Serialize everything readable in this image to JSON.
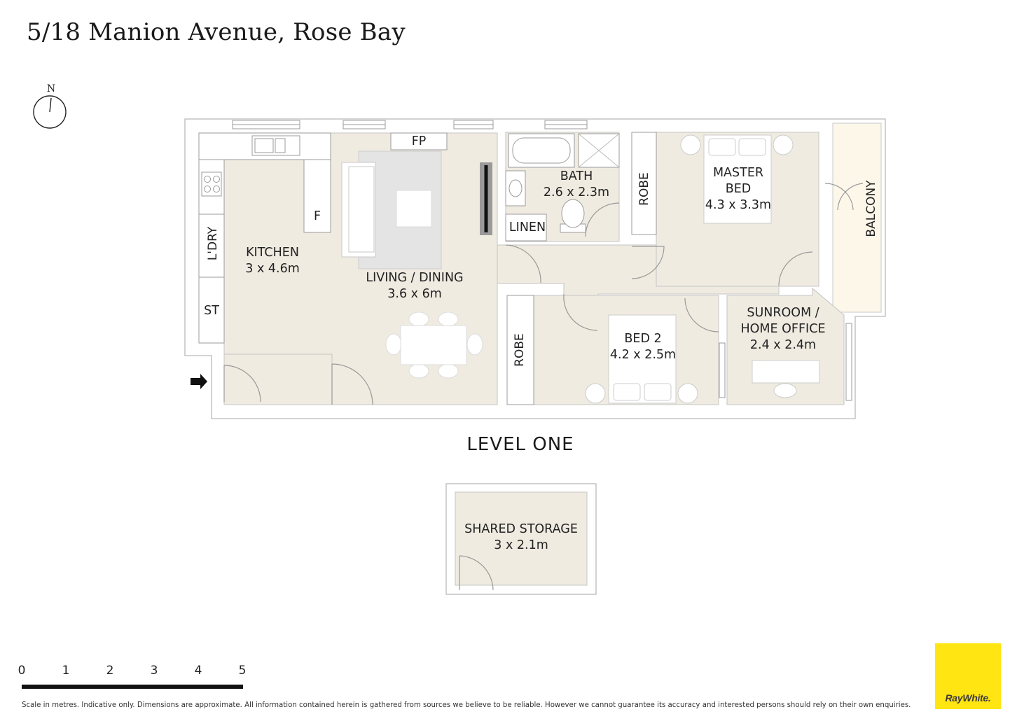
{
  "title": "5/18 Manion Avenue, Rose Bay",
  "compass_label": "N",
  "level_label": "LEVEL ONE",
  "rooms": {
    "kitchen": {
      "name": "KITCHEN",
      "dim": "3 x 4.6m"
    },
    "living": {
      "name": "LIVING / DINING",
      "dim": "3.6 x 6m"
    },
    "bath": {
      "name": "BATH",
      "dim": "2.6 x 2.3m"
    },
    "master": {
      "name_line1": "MASTER",
      "name_line2": "BED",
      "dim": "4.3 x 3.3m"
    },
    "bed2": {
      "name": "BED 2",
      "dim": "4.2 x 2.5m"
    },
    "sunroom": {
      "name_line1": "SUNROOM /",
      "name_line2": "HOME OFFICE",
      "dim": "2.4 x 2.4m"
    },
    "storage": {
      "name": "SHARED STORAGE",
      "dim": "3 x 2.1m"
    }
  },
  "labels": {
    "fp": "FP",
    "fridge": "F",
    "laundry": "L'DRY",
    "store": "ST",
    "linen": "LINEN",
    "robe_master": "ROBE",
    "robe_hall": "ROBE",
    "balcony": "BALCONY"
  },
  "scale": {
    "ticks": [
      "0",
      "1",
      "2",
      "3",
      "4",
      "5"
    ]
  },
  "disclaimer": "Scale in metres. Indicative only. Dimensions are approximate. All information contained herein is gathered from sources we believe to be reliable. However we cannot guarantee its accuracy and interested persons should rely on their own enquiries.",
  "logo": {
    "text": "RayWhite.",
    "color": "#FFE512"
  },
  "colors": {
    "floor": "#EFEBE1",
    "wall": "#FFFFFF",
    "wall_outline": "#BBBBBB",
    "rug": "#E4E4E4",
    "balcony": "#FDF7EA"
  }
}
